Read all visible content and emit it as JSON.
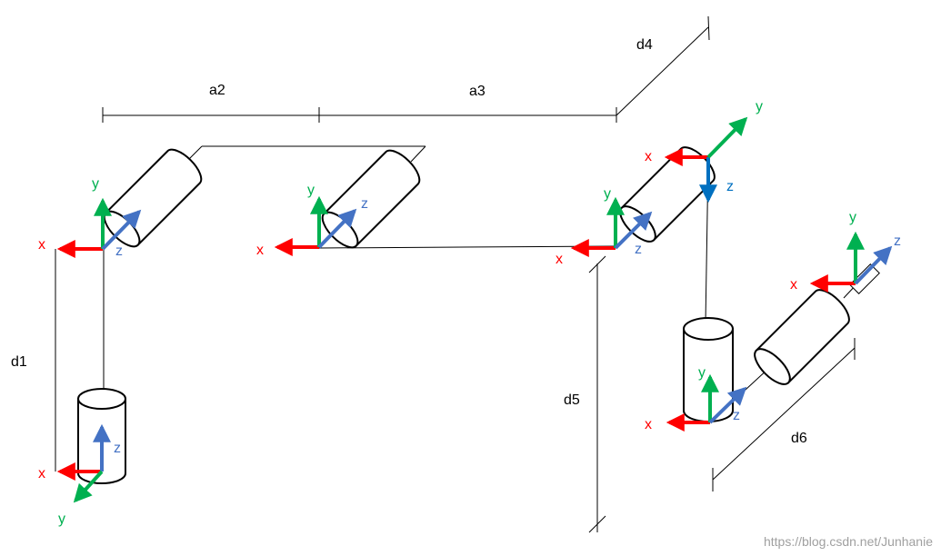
{
  "diagram": {
    "dimension_labels": {
      "a2": "a2",
      "a3": "a3",
      "d1": "d1",
      "d4": "d4",
      "d5": "d5",
      "d6": "d6"
    },
    "axis_labels": {
      "x": "x",
      "y": "y",
      "z": "z"
    },
    "colors": {
      "x_axis": "#ff0000",
      "y_axis": "#00b050",
      "z_axis": "#4472c4",
      "z_axis_frame4": "#0070c0",
      "lines": "#000000"
    },
    "watermark": "https://blog.csdn.net/Junhanie"
  }
}
